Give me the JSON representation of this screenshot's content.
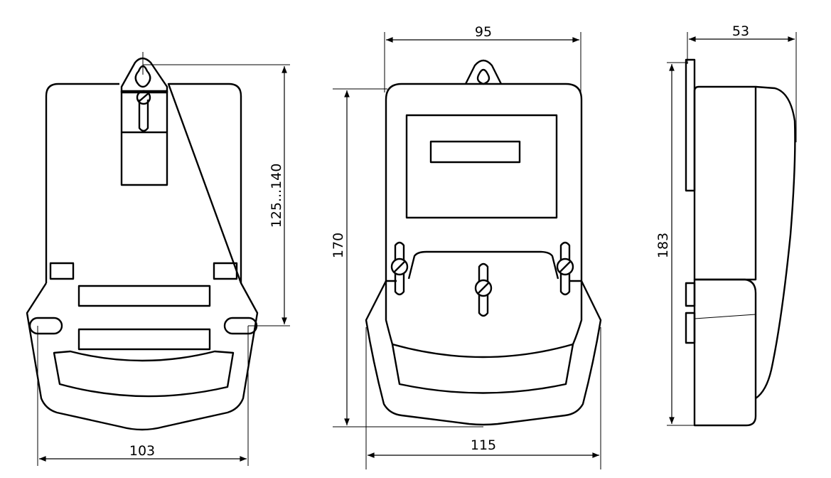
{
  "drawing": {
    "views": [
      "back-view",
      "front-view",
      "side-view"
    ],
    "dimensions": {
      "back_width": "103",
      "back_mount_height": "125...140",
      "front_height": "170",
      "front_top_width": "95",
      "front_bottom_width": "115",
      "side_depth": "53",
      "side_height": "183"
    },
    "line_color": "#000000",
    "background": "#ffffff"
  }
}
